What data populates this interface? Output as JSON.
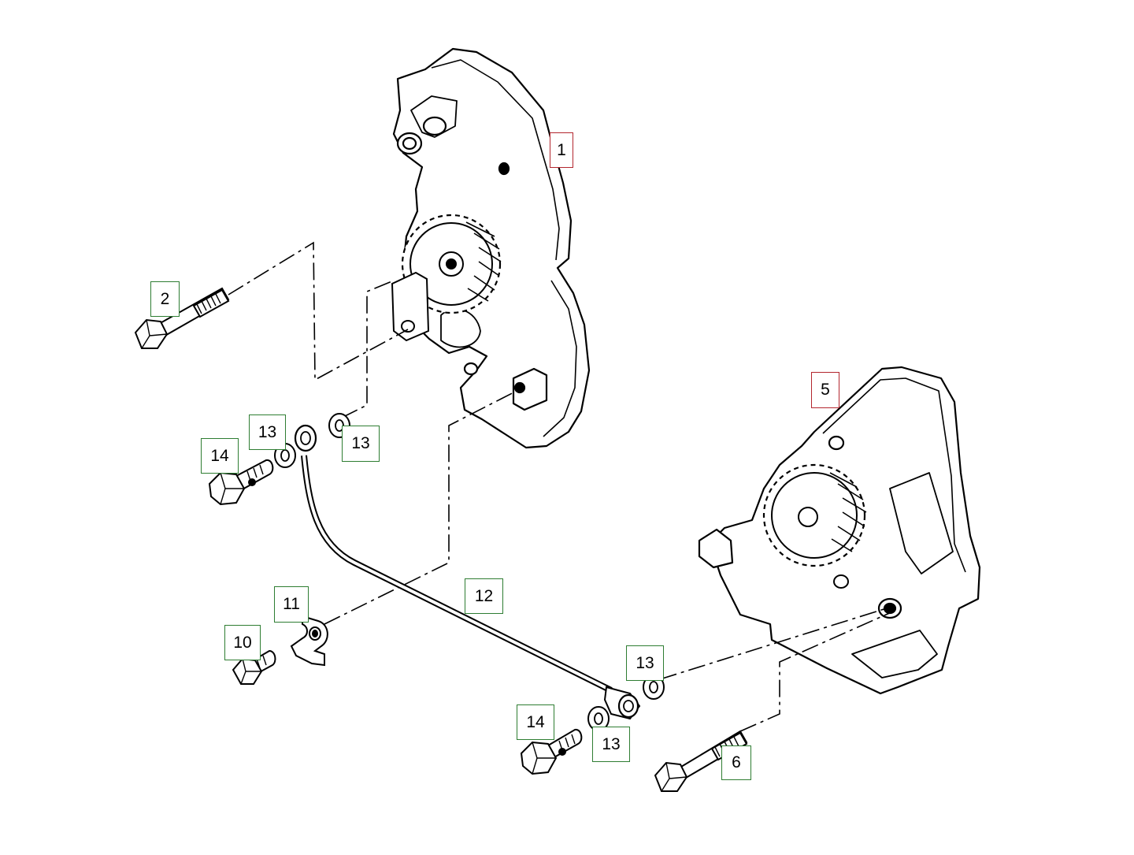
{
  "diagram": {
    "callouts": [
      {
        "id": "c1",
        "label": "1",
        "color": "#b3262e"
      },
      {
        "id": "c2",
        "label": "2",
        "color": "#2e7d32"
      },
      {
        "id": "c5",
        "label": "5",
        "color": "#b3262e"
      },
      {
        "id": "c6",
        "label": "6",
        "color": "#2e7d32"
      },
      {
        "id": "c10",
        "label": "10",
        "color": "#2e7d32"
      },
      {
        "id": "c11",
        "label": "11",
        "color": "#2e7d32"
      },
      {
        "id": "c12",
        "label": "12",
        "color": "#2e7d32"
      },
      {
        "id": "c13a",
        "label": "13",
        "color": "#2e7d32"
      },
      {
        "id": "c13b",
        "label": "13",
        "color": "#2e7d32"
      },
      {
        "id": "c13c",
        "label": "13",
        "color": "#2e7d32"
      },
      {
        "id": "c13d",
        "label": "13",
        "color": "#2e7d32"
      },
      {
        "id": "c14a",
        "label": "14",
        "color": "#2e7d32"
      },
      {
        "id": "c14b",
        "label": "14",
        "color": "#2e7d32"
      }
    ]
  }
}
